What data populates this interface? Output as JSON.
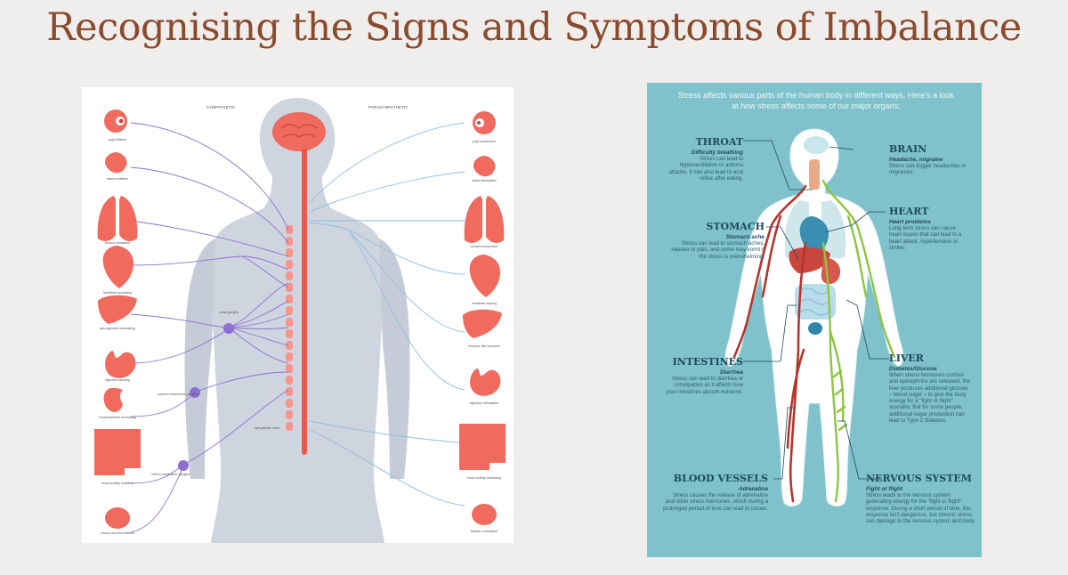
{
  "title": "Recognising the Signs and Symptoms of Imbalance",
  "colors": {
    "title": "#8b4a2c",
    "nerve_sym": "#8d6fd3",
    "nerve_para": "#8ebce0",
    "organ": "#f06a5e",
    "panel_teal": "#7fc2cb"
  },
  "left_diagram": {
    "headers": {
      "left": "SYMPATHETIC",
      "right": "PARASYMPATHETIC"
    },
    "left_labels": [
      "pupil dilation",
      "saliva inhibition",
      "bronchi relaxation",
      "heartbeat increasing",
      "glucogenesis stimulating",
      "digestion slowing",
      "norepinephrine increasing",
      "motor activity inhibition",
      "urinary accommodation"
    ],
    "right_labels": [
      "pupil constriction",
      "saliva stimulation",
      "bronchi constriction",
      "heartbeat slowing",
      "increase bile secretion",
      "digestion stimulation",
      "motor activity increasing",
      "bladder contraction"
    ],
    "ganglia": [
      "celiac ganglia",
      "superior mesenteric ganglion",
      "inferior mesenteric ganglion",
      "sympathetic trunk"
    ]
  },
  "right_diagram": {
    "intro": "Stress affects various parts of the human body in different ways. Here's a look at how stress affects some of our major organs:",
    "sections": {
      "throat": {
        "name": "THROAT",
        "sub": "Difficulty breathing",
        "text": "Stress can lead to hyperventilation or asthma attacks. It can also lead to acid reflux after eating."
      },
      "stomach": {
        "name": "STOMACH",
        "sub": "Stomach ache",
        "text": "Stress can lead to stomach aches, nausea or pain, and some may vomit if the stress is overwhelming."
      },
      "intestines": {
        "name": "INTESTINES",
        "sub": "Diarrhea",
        "text": "Stress can lead to diarrhea or constipation as it affects how your intestines absorb nutrients."
      },
      "blood": {
        "name": "BLOOD VESSELS",
        "sub": "Adrenaline",
        "text": "Stress causes the release of adrenaline and other stress hormones, which during a prolonged period of time can lead to issues."
      },
      "brain": {
        "name": "BRAIN",
        "sub": "Headache, migraine",
        "text": "Stress can trigger headaches or migraines."
      },
      "heart": {
        "name": "HEART",
        "sub": "Heart problems",
        "text": "Long term stress can cause heart issues that can lead to a heart attack, hypertension or stroke."
      },
      "liver": {
        "name": "LIVER",
        "sub": "Diabetes/Glucose",
        "text": "When stress hormones cortisol and epinephrine are released, the liver produces additional glucose – blood sugar – to give the body energy for a \"fight or flight\" scenario. But for some people, additional sugar production can lead to Type 2 diabetes."
      },
      "nervous": {
        "name": "NERVOUS SYSTEM",
        "sub": "Fight or flight",
        "text": "Stress leads to the nervous system generating energy for the \"fight or flight\" response. During a short period of time, this response isn't dangerous, but chronic stress can damage to the nervous system and body."
      }
    }
  }
}
